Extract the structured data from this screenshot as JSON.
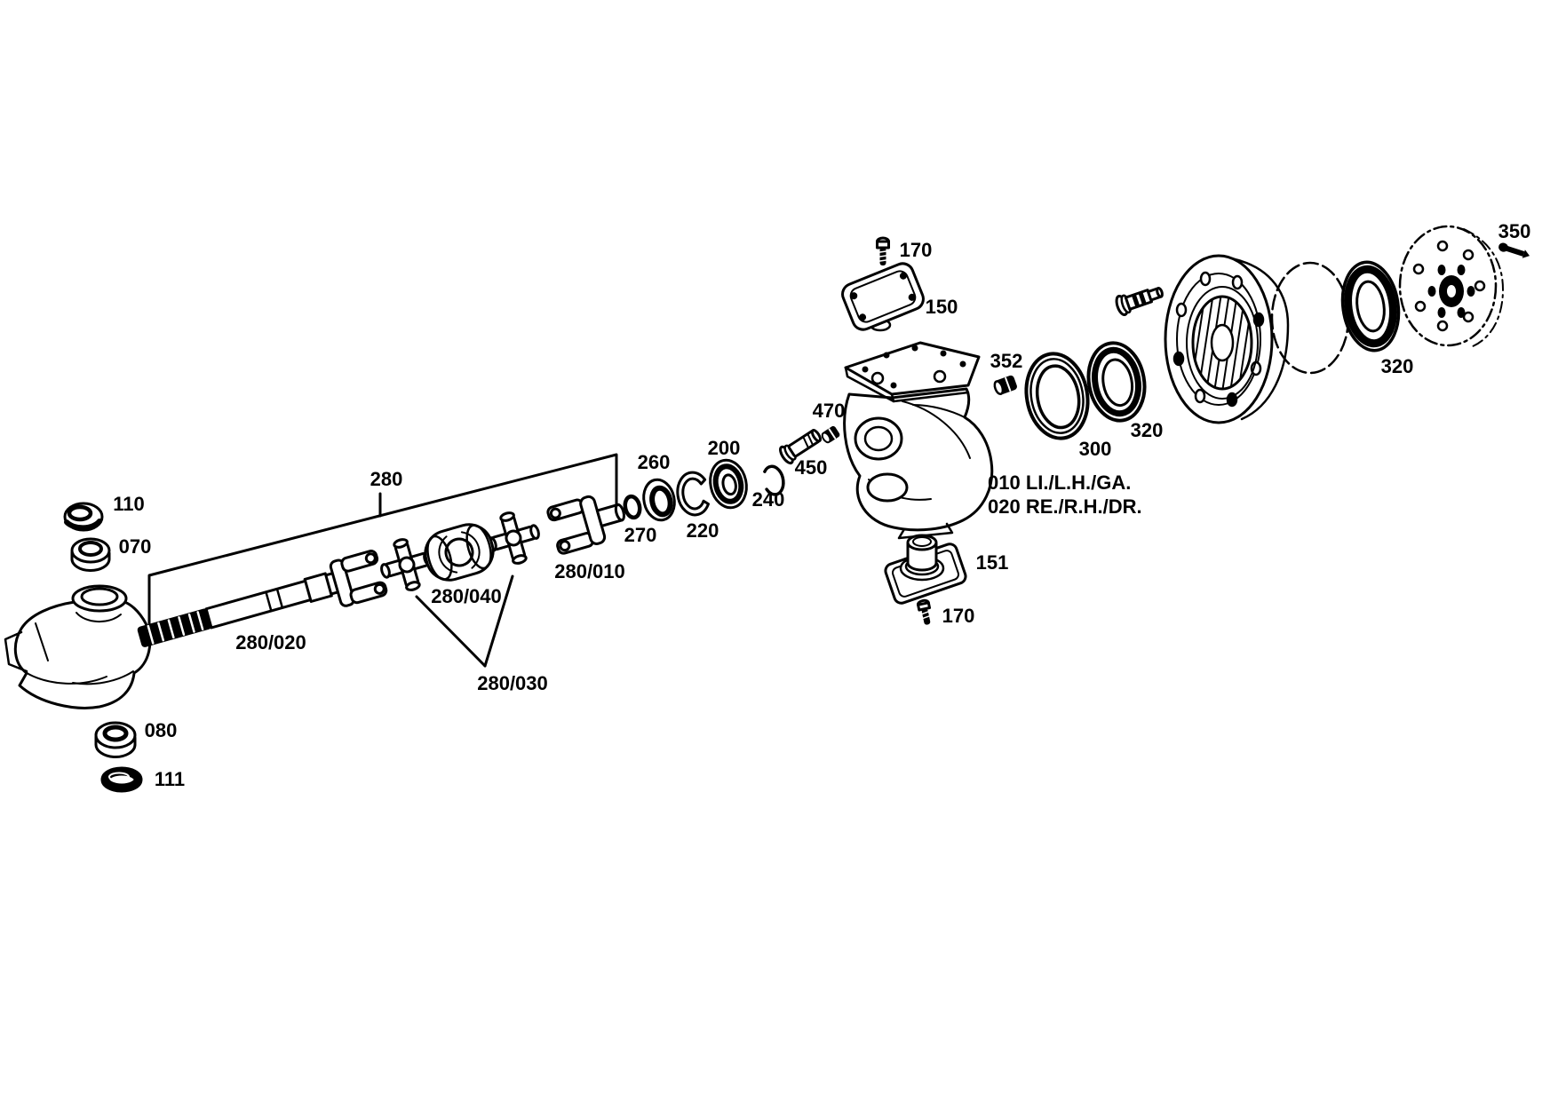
{
  "diagram": {
    "type": "exploded-parts-diagram",
    "subject": "front-axle-steering-knuckle-and-wheel-hub-assembly",
    "colors": {
      "line": "#000000",
      "background": "#ffffff"
    },
    "labels": {
      "l110": "110",
      "l070": "070",
      "l080": "080",
      "l111": "111",
      "l280": "280",
      "l280_020": "280/020",
      "l280_030": "280/030",
      "l280_040": "280/040",
      "l280_010": "280/010",
      "l270": "270",
      "l260": "260",
      "l220": "220",
      "l200": "200",
      "l240": "240",
      "l450": "450",
      "l470": "470",
      "l170_top": "170",
      "l150": "150",
      "l352": "352",
      "l300": "300",
      "l320_mid": "320",
      "l151": "151",
      "l170_bottom": "170",
      "l320_right": "320",
      "l350": "350",
      "note1": "010 LI./L.H./GA.",
      "note2": "020 RE./R.H./DR."
    }
  }
}
